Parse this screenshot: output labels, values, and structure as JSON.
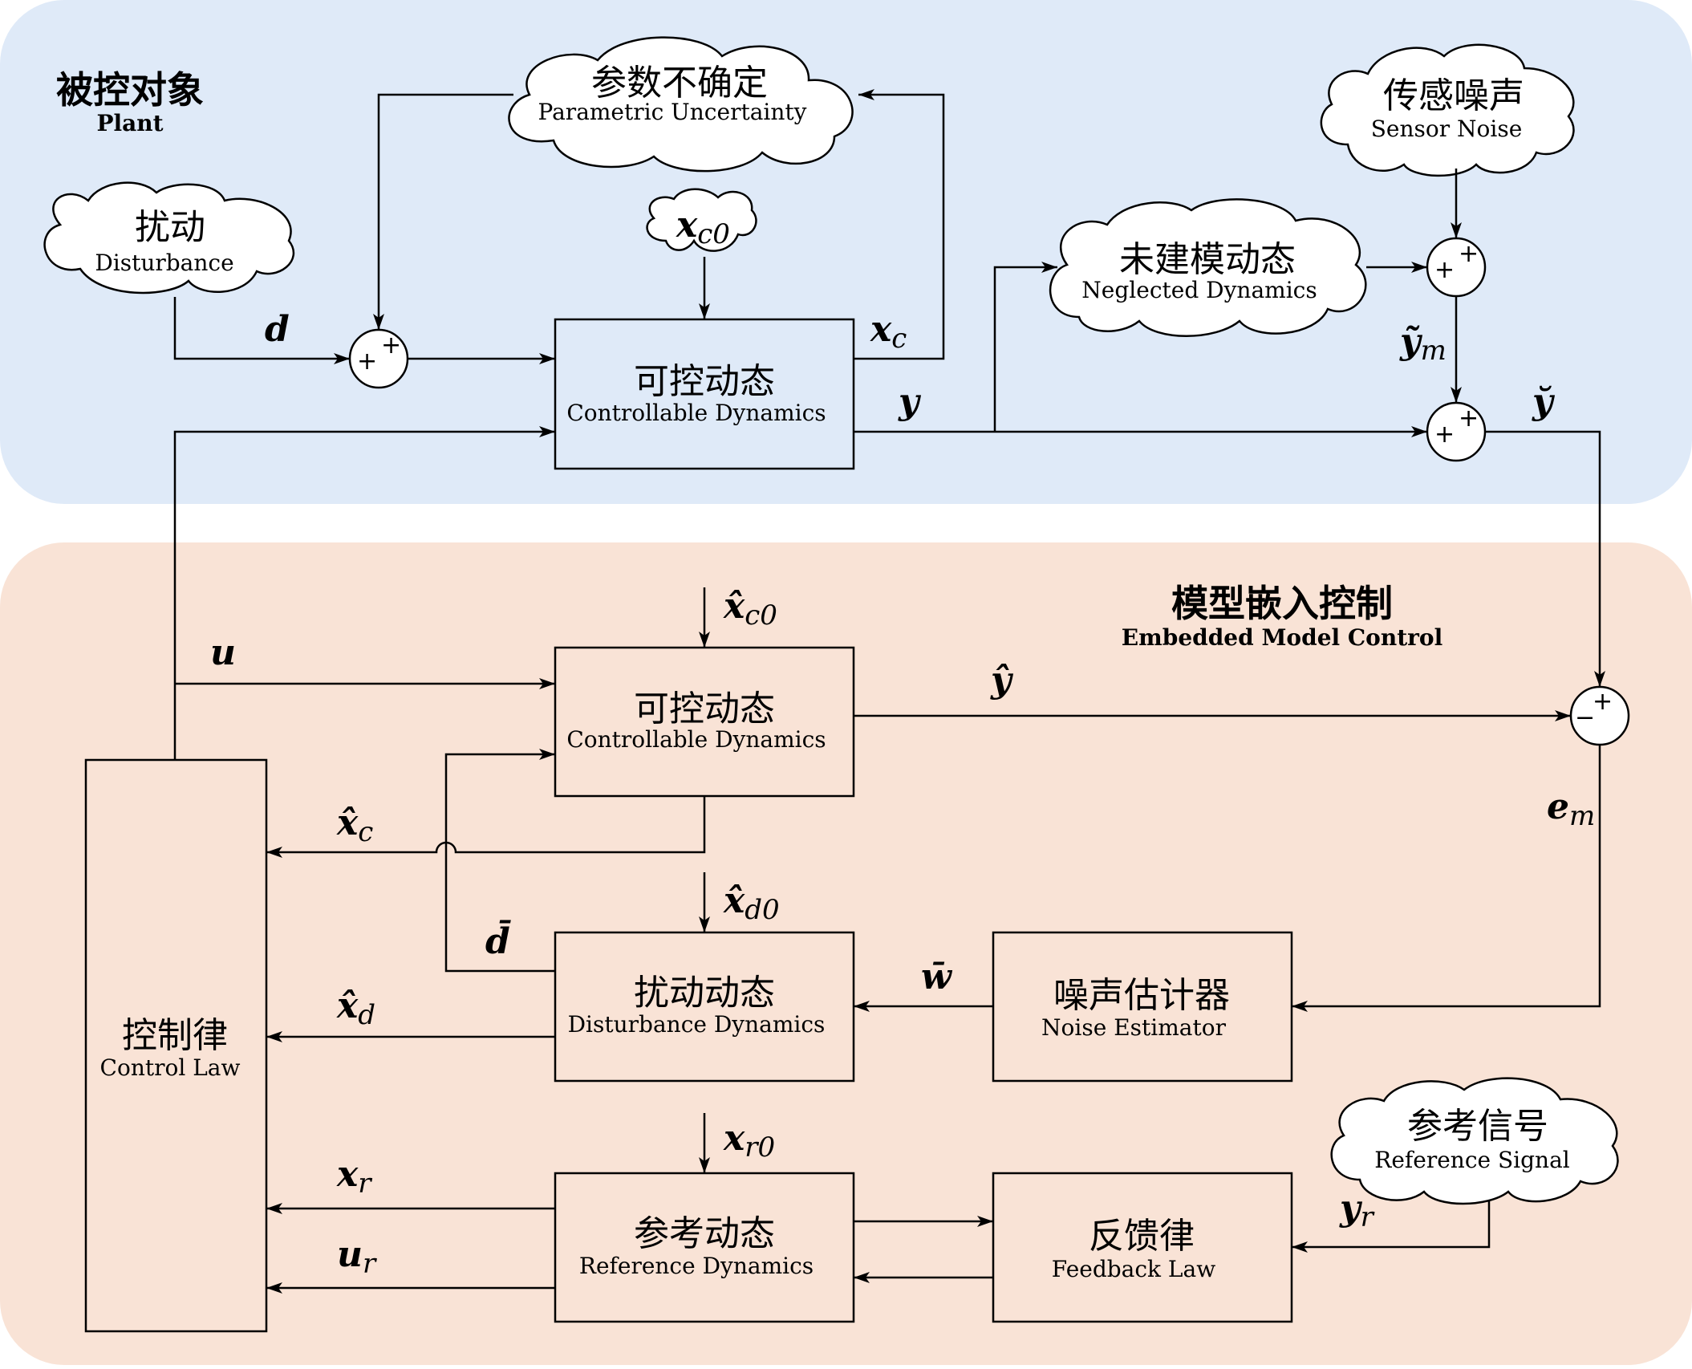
{
  "colors": {
    "plant_bg": "#dfeaf8",
    "emc_bg": "#f9e3d6",
    "line": "#000000"
  },
  "sections": {
    "plant": {
      "zh": "被控对象",
      "en": "Plant"
    },
    "emc": {
      "zh": "模型嵌入控制",
      "en": "Embedded Model Control"
    }
  },
  "blocks": {
    "plant_dyn": {
      "zh": "可控动态",
      "en": "Controllable Dynamics"
    },
    "model_dyn": {
      "zh": "可控动态",
      "en": "Controllable Dynamics"
    },
    "dist_dyn": {
      "zh": "扰动动态",
      "en": "Disturbance Dynamics"
    },
    "noise_est": {
      "zh": "噪声估计器",
      "en": "Noise Estimator"
    },
    "ref_dyn": {
      "zh": "参考动态",
      "en": "Reference Dynamics"
    },
    "feedback": {
      "zh": "反馈律",
      "en": "Feedback Law"
    },
    "control_law": {
      "zh": "控制律",
      "en": "Control Law"
    }
  },
  "clouds": {
    "param": {
      "zh": "参数不确定",
      "en": "Parametric Uncertainty"
    },
    "dist": {
      "zh": "扰动",
      "en": "Disturbance"
    },
    "xc0": {
      "main": "x",
      "sub": "c0"
    },
    "neglected": {
      "zh": "未建模动态",
      "en": "Neglected Dynamics"
    },
    "sensor": {
      "zh": "传感噪声",
      "en": "Sensor Noise"
    },
    "ref": {
      "zh": "参考信号",
      "en": "Reference Signal"
    }
  },
  "signals": {
    "d": {
      "main": "d",
      "sub": ""
    },
    "xc": {
      "main": "x",
      "sub": "c"
    },
    "y": {
      "main": "y",
      "sub": ""
    },
    "ym_tilde": {
      "main": "ỹ",
      "sub": "m"
    },
    "y_breve": {
      "main": "y̆",
      "sub": ""
    },
    "u": {
      "main": "u",
      "sub": ""
    },
    "xc0_hat": {
      "main": "x̂",
      "sub": "c0"
    },
    "y_hat": {
      "main": "ŷ",
      "sub": ""
    },
    "em": {
      "main": "e",
      "sub": "m"
    },
    "xc_hat": {
      "main": "x̂",
      "sub": "c"
    },
    "xd0_hat": {
      "main": "x̂",
      "sub": "d0"
    },
    "d_bar": {
      "main": "d̄",
      "sub": ""
    },
    "w_bar": {
      "main": "w̄",
      "sub": ""
    },
    "xd_hat": {
      "main": "x̂",
      "sub": "d"
    },
    "xr0": {
      "main": "x",
      "sub": "r0"
    },
    "xr": {
      "main": "x",
      "sub": "r"
    },
    "ur": {
      "main": "u",
      "sub": "r"
    },
    "yr": {
      "main": "y",
      "sub": "r"
    }
  },
  "junctions": {
    "plus": "+",
    "minus": "−"
  }
}
